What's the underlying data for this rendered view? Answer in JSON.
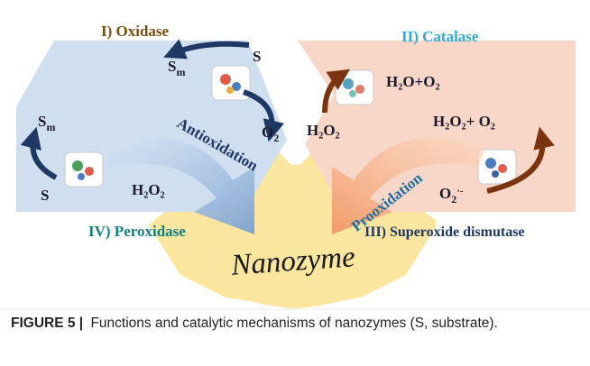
{
  "diagram": {
    "title": "Nanozyme",
    "quadrants": {
      "oxidase": {
        "label": "I) Oxidase",
        "substrate": "S",
        "product_main": "S",
        "product_sub": "m",
        "reagent": "O",
        "reagent_sub": "2"
      },
      "catalase": {
        "label": "II) Catalase",
        "reactant": "H₂O₂",
        "product": "H₂O+O₂"
      },
      "sod": {
        "label": "III)  Superoxide dismutase",
        "reactant_main": "O",
        "reactant_sub": "2",
        "reactant_sup": "·-",
        "product": "H₂O₂+ O₂"
      },
      "peroxidase": {
        "label": "IV) Peroxidase",
        "substrate": "S",
        "product_main": "S",
        "product_sub": "m",
        "reagent": "H₂O₂"
      }
    },
    "arrows": {
      "left": "Antioxidation",
      "right": "Prooxidation"
    }
  },
  "caption": {
    "figure": "FIGURE 5",
    "separator": "|",
    "text": "Functions and catalytic mechanisms of nanozymes (S, substrate)."
  },
  "colors": {
    "blue_panel": "#cfdff0",
    "pink_panel": "#f8d7c8",
    "yellow": "#fbe6a0",
    "navy_arrow": "#1f3864",
    "brown_arrow": "#7a3410",
    "oxidase_label": "#7a4f10",
    "catalase_label": "#2eaadc",
    "peroxidase_label": "#148080",
    "sod_label": "#1f3864"
  }
}
